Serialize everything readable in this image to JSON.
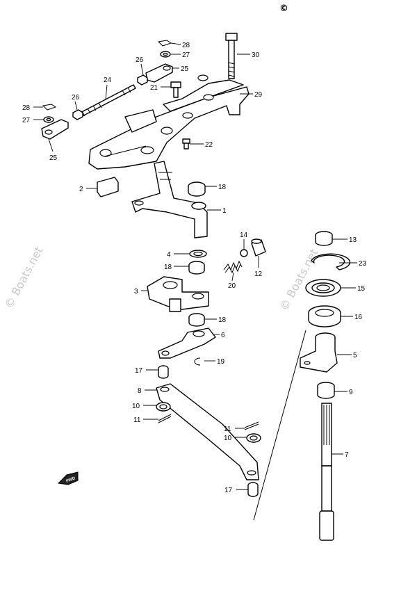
{
  "copyright_symbol": "©",
  "fwd_label": "FWD",
  "watermark": "© Boats.net",
  "callouts": [
    {
      "id": "c28a",
      "label": "28"
    },
    {
      "id": "c27a",
      "label": "27"
    },
    {
      "id": "c30",
      "label": "30"
    },
    {
      "id": "c26a",
      "label": "26"
    },
    {
      "id": "c25a",
      "label": "25"
    },
    {
      "id": "c24",
      "label": "24"
    },
    {
      "id": "c21",
      "label": "21"
    },
    {
      "id": "c29",
      "label": "29"
    },
    {
      "id": "c26b",
      "label": "26"
    },
    {
      "id": "c28b",
      "label": "28"
    },
    {
      "id": "c27b",
      "label": "27"
    },
    {
      "id": "c25b",
      "label": "25"
    },
    {
      "id": "c22",
      "label": "22"
    },
    {
      "id": "c2",
      "label": "2"
    },
    {
      "id": "c18a",
      "label": "18"
    },
    {
      "id": "c1",
      "label": "1"
    },
    {
      "id": "c14",
      "label": "14"
    },
    {
      "id": "c4",
      "label": "4"
    },
    {
      "id": "c12",
      "label": "12"
    },
    {
      "id": "c18b",
      "label": "18"
    },
    {
      "id": "c20",
      "label": "20"
    },
    {
      "id": "c3",
      "label": "3"
    },
    {
      "id": "c13",
      "label": "13"
    },
    {
      "id": "c23",
      "label": "23"
    },
    {
      "id": "c15",
      "label": "15"
    },
    {
      "id": "c16",
      "label": "16"
    },
    {
      "id": "c18c",
      "label": "18"
    },
    {
      "id": "c6",
      "label": "6"
    },
    {
      "id": "c5",
      "label": "5"
    },
    {
      "id": "c17a",
      "label": "17"
    },
    {
      "id": "c19",
      "label": "19"
    },
    {
      "id": "c8",
      "label": "8"
    },
    {
      "id": "c9",
      "label": "9"
    },
    {
      "id": "c10a",
      "label": "10"
    },
    {
      "id": "c11a",
      "label": "11"
    },
    {
      "id": "c11b",
      "label": "11"
    },
    {
      "id": "c10b",
      "label": "10"
    },
    {
      "id": "c7",
      "label": "7"
    },
    {
      "id": "c17b",
      "label": "17"
    }
  ]
}
